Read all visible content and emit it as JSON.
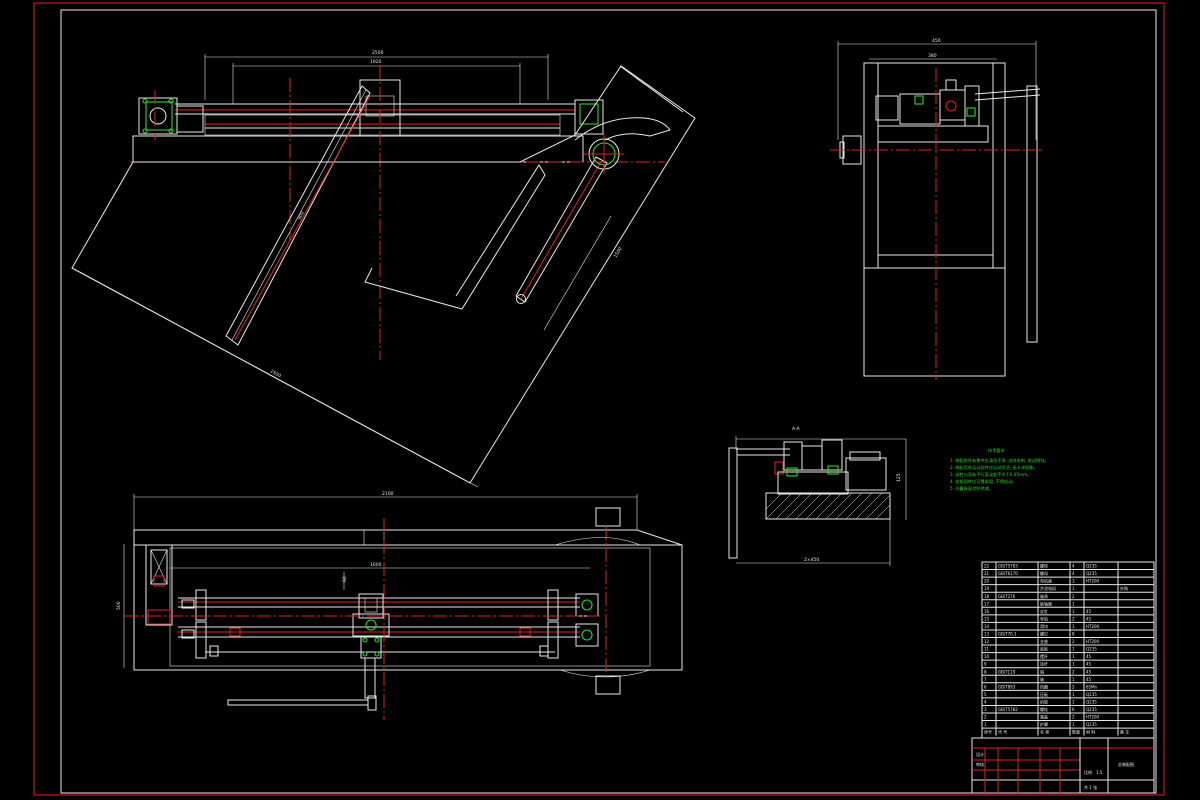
{
  "notes": {
    "title": "技术要求",
    "lines": [
      "1. 装配前所有零件应清洗干净, 去除毛刺, 锐边倒钝。",
      "2. 装配后各运动部件应运动灵活, 无卡滞现象。",
      "3. 丝杠与导轨平行度误差不大于0.05mm。",
      "4. 各紧固件应可靠紧固, 不得松动。",
      "5. 外露表面涂防锈漆。"
    ]
  },
  "dims": {
    "top_len1": "2500",
    "top_len2": "1920",
    "top_arm": "900",
    "top_diag": "2500",
    "top_side": "1500",
    "side_w": "450",
    "side_w2": "380",
    "plan_total": "2100",
    "plan_inner": "1600",
    "plan_h": "500",
    "plan_side": "60",
    "section_label": "A-A",
    "detail_w": "2×450",
    "detail_h": "125"
  },
  "title_block": {
    "headers": [
      "序号",
      "代 号",
      "名 称",
      "数量",
      "材 料",
      "备 注"
    ],
    "rows": [
      [
        "22",
        "GB/T5783",
        "螺栓",
        "4",
        "Q235",
        ""
      ],
      [
        "21",
        "GB/T6170",
        "螺母",
        "4",
        "Q235",
        ""
      ],
      [
        "20",
        "",
        "电机座",
        "1",
        "HT200",
        ""
      ],
      [
        "19",
        "",
        "步进电机",
        "1",
        "",
        "外购"
      ],
      [
        "18",
        "GB/T276",
        "轴承",
        "2",
        "",
        ""
      ],
      [
        "17",
        "",
        "联轴器",
        "1",
        "",
        ""
      ],
      [
        "16",
        "",
        "丝杠",
        "1",
        "45",
        ""
      ],
      [
        "15",
        "",
        "导轨",
        "2",
        "45",
        ""
      ],
      [
        "14",
        "",
        "滑块",
        "1",
        "HT200",
        ""
      ],
      [
        "13",
        "GB/T70.1",
        "螺钉",
        "8",
        "",
        ""
      ],
      [
        "12",
        "",
        "支座",
        "2",
        "HT200",
        ""
      ],
      [
        "11",
        "",
        "底板",
        "1",
        "Q235",
        ""
      ],
      [
        "10",
        "",
        "摆杆",
        "1",
        "45",
        ""
      ],
      [
        "9",
        "",
        "连杆",
        "1",
        "45",
        ""
      ],
      [
        "8",
        "GB/T119",
        "销",
        "2",
        "45",
        ""
      ],
      [
        "7",
        "",
        "轴",
        "1",
        "45",
        ""
      ],
      [
        "6",
        "GB/T893",
        "挡圈",
        "2",
        "65Mn",
        ""
      ],
      [
        "5",
        "",
        "压板",
        "1",
        "Q235",
        ""
      ],
      [
        "4",
        "",
        "机架",
        "1",
        "Q235",
        ""
      ],
      [
        "3",
        "GB/T5782",
        "螺栓",
        "6",
        "Q235",
        ""
      ],
      [
        "2",
        "",
        "端盖",
        "2",
        "HT200",
        ""
      ],
      [
        "1",
        "",
        "护罩",
        "1",
        "Q235",
        ""
      ]
    ],
    "drawing_name": "总装配图",
    "scale_label": "比例",
    "scale": "1:5",
    "sheet": "共 1 张",
    "designer": "设计",
    "checker": "审核"
  }
}
